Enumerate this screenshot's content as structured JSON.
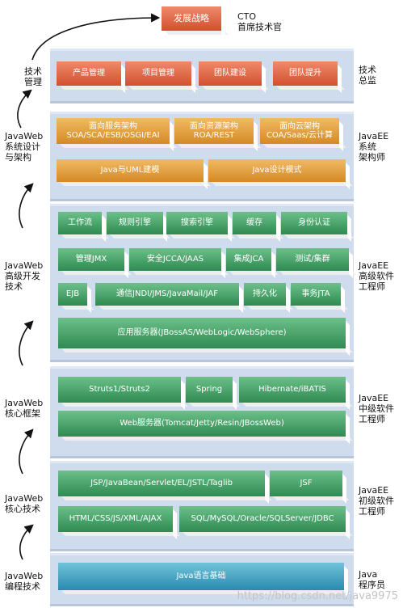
{
  "top": {
    "strategy": "发展战略",
    "cto": [
      "CTO",
      "首席技术官"
    ]
  },
  "tiers": [
    {
      "left": [
        "技术",
        "管理"
      ],
      "right": [
        "技术",
        "总监"
      ],
      "rows": [
        [
          {
            "lines": [
              "产品管理"
            ]
          },
          {
            "lines": [
              "项目管理"
            ]
          },
          {
            "lines": [
              "团队建设"
            ]
          },
          {
            "lines": [
              "团队提升"
            ]
          }
        ]
      ]
    },
    {
      "left": [
        "JavaWeb",
        "系统设计",
        "与架构"
      ],
      "right": [
        "JavaEE",
        "系统",
        "架构师"
      ],
      "rows": [
        [
          {
            "lines": [
              "面向服务架构",
              "SOA/SCA/ESB/OSGI/EAI"
            ]
          },
          {
            "lines": [
              "面向资源架构",
              "ROA/REST"
            ]
          },
          {
            "lines": [
              "面向云架构",
              "COA/Saas/云计算"
            ]
          }
        ],
        [
          {
            "lines": [
              "Java与UML建模"
            ]
          },
          {
            "lines": [
              "Java设计模式"
            ]
          }
        ]
      ]
    },
    {
      "left": [
        "JavaWeb",
        "高级开发",
        "技术"
      ],
      "right": [
        "JavaEE",
        "高级软件",
        "工程师"
      ],
      "rows": [
        [
          {
            "lines": [
              "工作流"
            ]
          },
          {
            "lines": [
              "规则引擎"
            ]
          },
          {
            "lines": [
              "搜索引擎"
            ]
          },
          {
            "lines": [
              "缓存"
            ]
          },
          {
            "lines": [
              "身份认证"
            ]
          }
        ],
        [
          {
            "lines": [
              "管理JMX"
            ]
          },
          {
            "lines": [
              "安全JCCA/JAAS"
            ]
          },
          {
            "lines": [
              "集成JCA"
            ]
          },
          {
            "lines": [
              "测试/集群"
            ]
          }
        ],
        [
          {
            "lines": [
              "EJB"
            ]
          },
          {
            "lines": [
              "通信JNDI/JMS/JavaMail/JAF"
            ]
          },
          {
            "lines": [
              "持久化"
            ]
          },
          {
            "lines": [
              "事务JTA"
            ]
          }
        ],
        [
          {
            "lines": [
              "应用服务器(JBossAS/WebLogic/WebSphere)"
            ]
          }
        ]
      ]
    },
    {
      "left": [
        "JavaWeb",
        "核心框架"
      ],
      "right": [
        "JavaEE",
        "中级软件",
        "工程师"
      ],
      "rows": [
        [
          {
            "lines": [
              "Struts1/Struts2"
            ]
          },
          {
            "lines": [
              "Spring"
            ]
          },
          {
            "lines": [
              "Hibernate/iBATIS"
            ]
          }
        ],
        [
          {
            "lines": [
              "Web服务器(Tomcat/Jetty/Resin/JBossWeb)"
            ]
          }
        ]
      ]
    },
    {
      "left": [
        "JavaWeb",
        "核心技术"
      ],
      "right": [
        "JavaEE",
        "初级软件",
        "工程师"
      ],
      "rows": [
        [
          {
            "lines": [
              "JSP/JavaBean/Servlet/EL/JSTL/Taglib"
            ]
          },
          {
            "lines": [
              "JSF"
            ]
          }
        ],
        [
          {
            "lines": [
              "HTML/CSS/JS/XML/AJAX"
            ]
          },
          {
            "lines": [
              "SQL/MySQL/Oracle/SQLServer/JDBC"
            ]
          }
        ]
      ]
    },
    {
      "left": [
        "JavaWeb",
        "编程技术"
      ],
      "right": [
        "Java",
        "程序员"
      ],
      "rows": [
        [
          {
            "lines": [
              "Java语言基础"
            ]
          }
        ]
      ]
    }
  ],
  "watermark": "https://blog.csdn.net/java9975",
  "colors": {
    "panel": "#cfdcee",
    "red": "#d24f30",
    "orange": "#d48a24",
    "green": "#2f8a52",
    "blue": "#2a8ab0",
    "arrow": "#111111"
  }
}
